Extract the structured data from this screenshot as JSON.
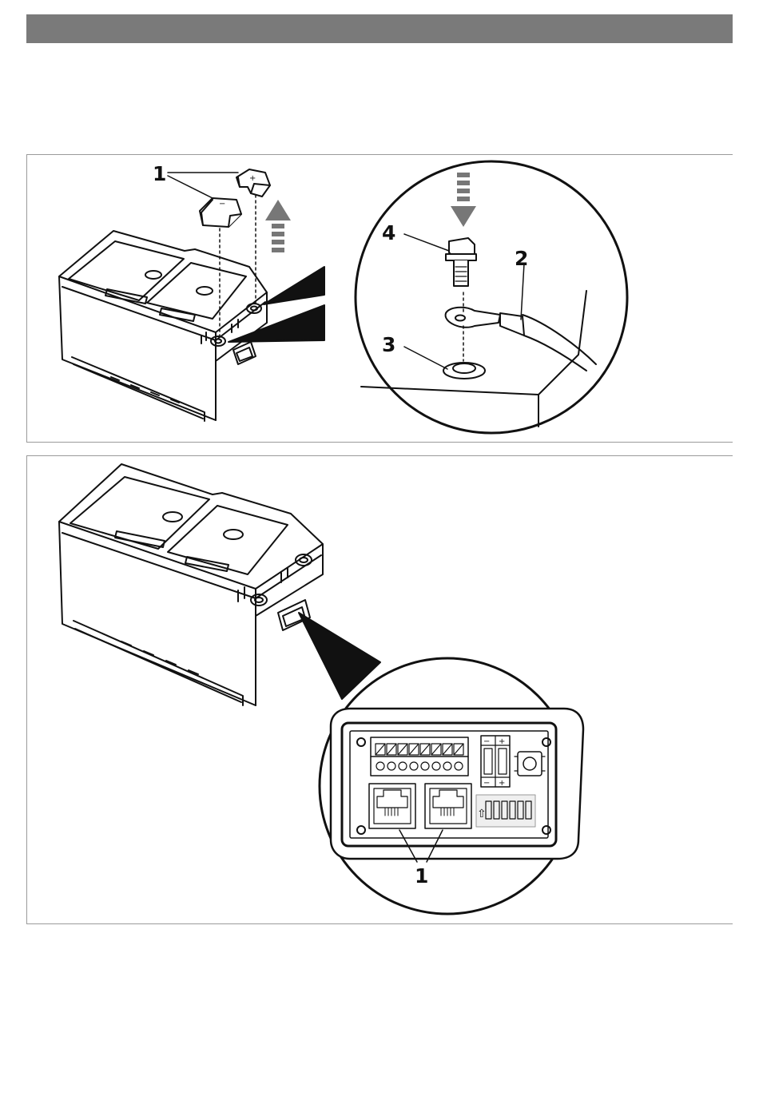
{
  "figure1": {
    "callouts": {
      "c1": "1",
      "c2": "2",
      "c3": "3",
      "c4": "4"
    },
    "terminal_marks": {
      "minus": "−",
      "plus": "+"
    }
  },
  "figure2": {
    "callouts": {
      "c1": "1"
    },
    "panel_marks": {
      "minus_top": "−",
      "plus_top": "+",
      "minus_bottom": "−",
      "plus_bottom": "+",
      "arrow_up": "⇧"
    }
  }
}
